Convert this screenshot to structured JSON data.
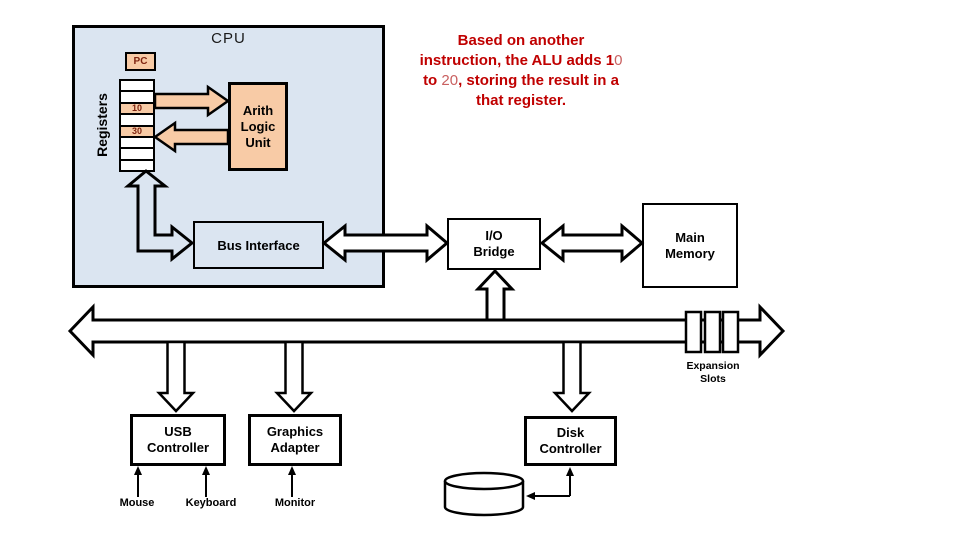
{
  "colors": {
    "cpu_background": "#dbe5f1",
    "peach": "#f8cba6",
    "annotation_red": "#c00000",
    "annotation_light_red": "#c96060",
    "maroon_text": "#7f2410",
    "line_black": "#000000"
  },
  "cpu": {
    "title": "CPU",
    "pc": "PC",
    "registers_label": "Registers",
    "register_cells": [
      "",
      "",
      "10",
      "",
      "30",
      "",
      "",
      ""
    ],
    "alu": "Arith Logic Unit",
    "bus_interface": "Bus Interface"
  },
  "annotation": {
    "lines": [
      [
        {
          "text": "Based on another",
          "style": "bold"
        }
      ],
      [
        {
          "text": "instruction, the ALU adds 1",
          "style": "bold"
        },
        {
          "text": "0",
          "style": "light"
        }
      ],
      [
        {
          "text": "to ",
          "style": "bold"
        },
        {
          "text": "20",
          "style": "light"
        },
        {
          "text": ", storing the result in a",
          "style": "bold"
        }
      ],
      [
        {
          "text": "that register.",
          "style": "bold"
        }
      ]
    ]
  },
  "io_bridge": "I/O Bridge",
  "main_memory": "Main Memory",
  "io_bus": "I/O Bus",
  "expansion": {
    "label": "Expansion Slots",
    "slot_count": 3
  },
  "usb_controller": "USB Controller",
  "graphics_adapter": "Graphics Adapter",
  "disk_controller": "Disk Controller",
  "disk": "Disk",
  "peripherals": {
    "mouse": "Mouse",
    "keyboard": "Keyboard",
    "monitor": "Monitor"
  }
}
